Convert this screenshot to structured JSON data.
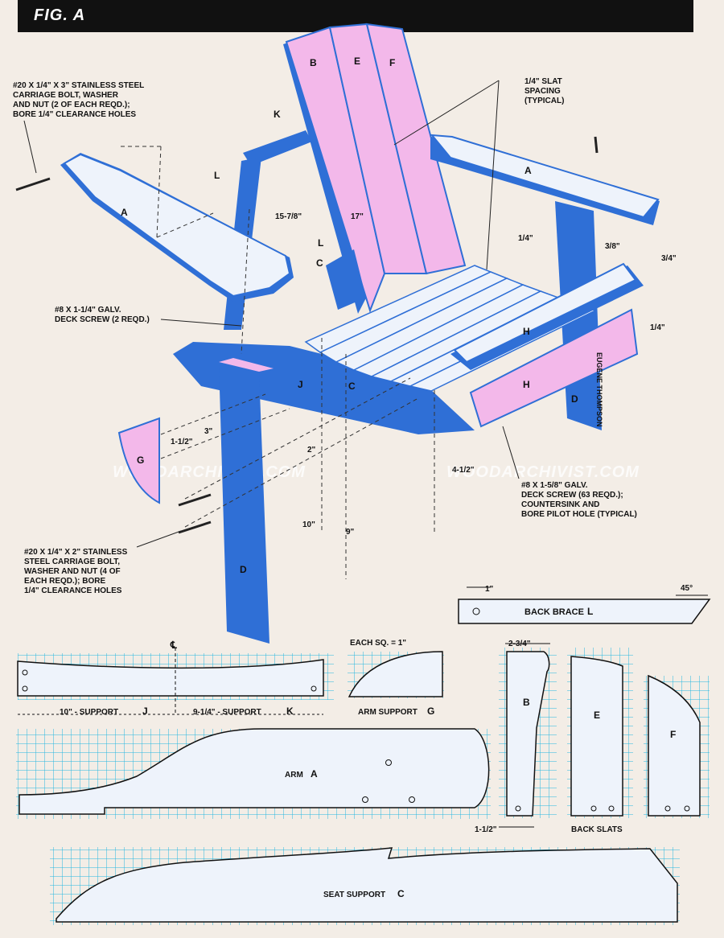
{
  "header": {
    "title": "FIG. A"
  },
  "watermark": "WOODARCHIVIST.COM",
  "signature": "EUGENE THOMPSON",
  "callouts": {
    "bolt3_l1": "#20 X 1/4\" X 3\" STAINLESS STEEL",
    "bolt3_l2": "CARRIAGE BOLT, WASHER",
    "bolt3_l3": "AND NUT (2 OF EACH REQD.);",
    "bolt3_l4": "BORE 1/4\" CLEARANCE HOLES",
    "screw114_l1": "#8 X 1-1/4\" GALV.",
    "screw114_l2": "DECK SCREW (2 REQD.)",
    "bolt2_l1": "#20 X 1/4\" X 2\" STAINLESS",
    "bolt2_l2": "STEEL CARRIAGE BOLT,",
    "bolt2_l3": "WASHER AND NUT (4 OF",
    "bolt2_l4": "EACH REQD.); BORE",
    "bolt2_l5": "1/4\" CLEARANCE HOLES",
    "slat_l1": "1/4\" SLAT",
    "slat_l2": "SPACING",
    "slat_l3": "(TYPICAL)",
    "screw158_l1": "#8 X 1-5/8\" GALV.",
    "screw158_l2": "DECK SCREW (63 REQD.);",
    "screw158_l3": "COUNTERSINK AND",
    "screw158_l4": "BORE PILOT HOLE (TYPICAL)"
  },
  "dims": {
    "d15_78": "15-7/8\"",
    "d17": "17\"",
    "d1_4a": "1/4\"",
    "d3_8": "3/8\"",
    "d3_4": "3/4\"",
    "d1_4b": "1/4\"",
    "d3": "3\"",
    "d1_12": "1-1/2\"",
    "d2": "2\"",
    "d10": "10\"",
    "d9": "9\"",
    "d4_12": "4-1/2\"",
    "d1": "1\"",
    "deg45": "45°",
    "d2_34": "2-3/4\"",
    "d1_12b": "1-1/2\""
  },
  "parts": {
    "A1": "A",
    "A2": "A",
    "B": "B",
    "E": "E",
    "F": "F",
    "K": "K",
    "L1": "L",
    "L2": "L",
    "C1": "C",
    "C2": "C",
    "J": "J",
    "H1": "H",
    "H2": "H",
    "D1": "D",
    "D2": "D",
    "G": "G"
  },
  "patterns": {
    "each_sq": "EACH SQ. = 1\"",
    "back_brace": "BACK BRACE",
    "back_brace_letter": "L",
    "support_j": "10\" - SUPPORT",
    "support_j_letter": "J",
    "support_k": "9-1/4\" - SUPPORT",
    "support_k_letter": "K",
    "arm_support": "ARM SUPPORT",
    "arm_support_letter": "G",
    "arm": "ARM",
    "arm_letter": "A",
    "back_slats": "BACK SLATS",
    "slat_b": "B",
    "slat_e": "E",
    "slat_f": "F",
    "seat_support": "SEAT SUPPORT",
    "seat_support_letter": "C",
    "centerline": "℄"
  },
  "colors": {
    "blue": "#2f6fd6",
    "pink": "#f3b8ea",
    "grid": "#25b6e0",
    "paper": "#f3ede6",
    "pale": "#eef3fb"
  }
}
